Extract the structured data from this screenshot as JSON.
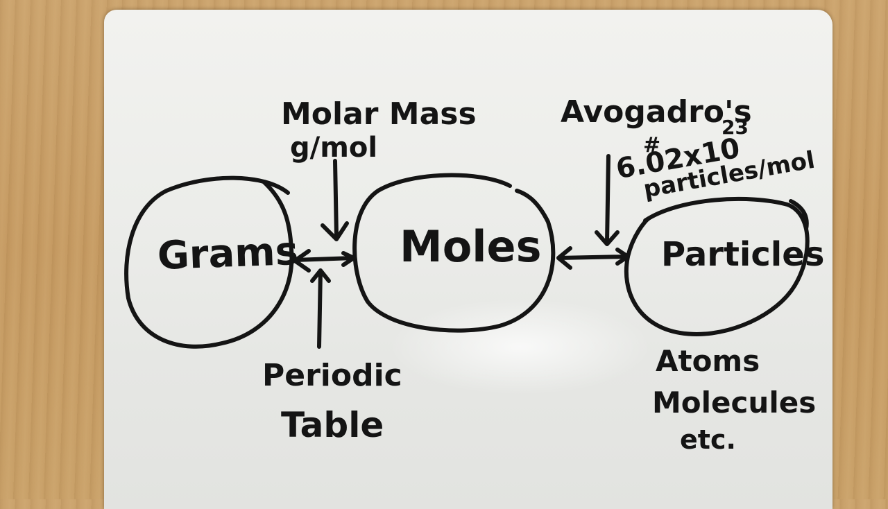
{
  "board": {
    "left_circle_label": "Grams",
    "center_circle_label": "Moles",
    "right_circle_label": "Particles",
    "molar_mass_title": "Molar Mass",
    "molar_mass_unit": "g/mol",
    "periodic_line1": "Periodic",
    "periodic_line2": "Table",
    "avogadro_title": "Avogadro's",
    "avogadro_hash": "#",
    "avogadro_value": "6.02x10",
    "avogadro_exponent": "23",
    "avogadro_unit": "particles/mol",
    "particles_ex1": "Atoms",
    "particles_ex2": "Molecules",
    "particles_ex3": "etc."
  },
  "colors": {
    "ink": "#141414",
    "board": "#ecedea",
    "table": "#c9a06a"
  }
}
